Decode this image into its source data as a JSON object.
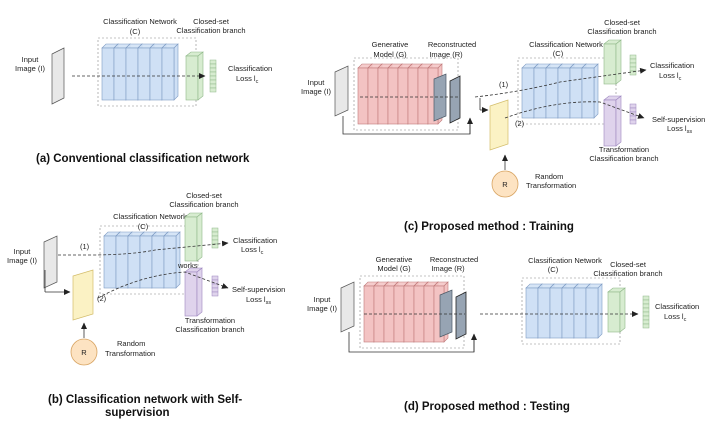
{
  "colors": {
    "classification": "#cfe0f5",
    "classification_stroke": "#7f9cc4",
    "generative": "#f3c3c3",
    "generative_stroke": "#c07a7a",
    "closed_set": "#d7ecd0",
    "closed_set_stroke": "#8fb889",
    "transformation": "#dfd3ec",
    "transformation_stroke": "#9d86bf",
    "transformed_input": "#fbf2c4",
    "transformed_input_stroke": "#d3bd6b",
    "random": "#fde3c2",
    "random_stroke": "#d8a462",
    "reconstructed": "#97a4b3",
    "reconstructed_stroke": "#4d5966",
    "input": "#e8e8e8",
    "input_stroke": "#555555"
  },
  "panel_a": {
    "input_label_1": "Input",
    "input_label_2": "Image (I)",
    "network_label_1": "Classification Network",
    "network_label_2": "(C)",
    "branch_label_1": "Closed-set",
    "branch_label_2": "Classification branch",
    "loss_label_1": "Classification",
    "loss_label_2": "Loss  l",
    "loss_sub": "c",
    "caption": "(a) Conventional classification network"
  },
  "panel_b": {
    "input_label_1": "Input",
    "input_label_2": "Image (I)",
    "network_label_1": "Classification Network",
    "network_label_2": "(C)",
    "branch_label_1": "Closed-set",
    "branch_label_2": "Classification branch",
    "loss_label_1": "Classification",
    "loss_label_2": "Loss  l",
    "loss_sub": "c",
    "ss_loss_1": "Self-supervision",
    "ss_loss_2": "Loss  l",
    "ss_sub": "ss",
    "trans_label_1": "Transformation",
    "trans_label_2": "Classification branch",
    "path_1": "(1)",
    "path_2": "(2)",
    "random_symbol": "R",
    "random_label_1": "Random",
    "random_label_2": "Transformation",
    "mid_text": "works",
    "caption_1": "(b) Classification network with Self-",
    "caption_2": "supervision"
  },
  "panel_c": {
    "input_label_1": "Input",
    "input_label_2": "Image (I)",
    "gen_label_1": "Generative",
    "gen_label_2": "Model (G)",
    "recon_label_1": "Reconstructed",
    "recon_label_2": "Image (R)",
    "network_label_1": "Classification Network",
    "network_label_2": "(C)",
    "branch_label_1": "Closed-set",
    "branch_label_2": "Classification branch",
    "loss_label_1": "Classification",
    "loss_label_2": "Loss  l",
    "loss_sub": "c",
    "ss_loss_1": "Self-supervision",
    "ss_loss_2": "Loss  l",
    "ss_sub": "ss",
    "trans_label_1": "Transformation",
    "trans_label_2": "Classification branch",
    "path_1": "(1)",
    "path_2": "(2)",
    "random_symbol": "R",
    "random_label_1": "Random",
    "random_label_2": "Transformation",
    "caption": "(c) Proposed method : Training"
  },
  "panel_d": {
    "input_label_1": "Input",
    "input_label_2": "Image (I)",
    "gen_label_1": "Generative",
    "gen_label_2": "Model (G)",
    "recon_label_1": "Reconstructed",
    "recon_label_2": "Image (R)",
    "network_label_1": "Classification Network",
    "network_label_2": "(C)",
    "branch_label_1": "Closed-set",
    "branch_label_2": "Classification branch",
    "loss_label_1": "Classification",
    "loss_label_2": "Loss  l",
    "loss_sub": "c",
    "caption": "(d) Proposed method : Testing"
  }
}
